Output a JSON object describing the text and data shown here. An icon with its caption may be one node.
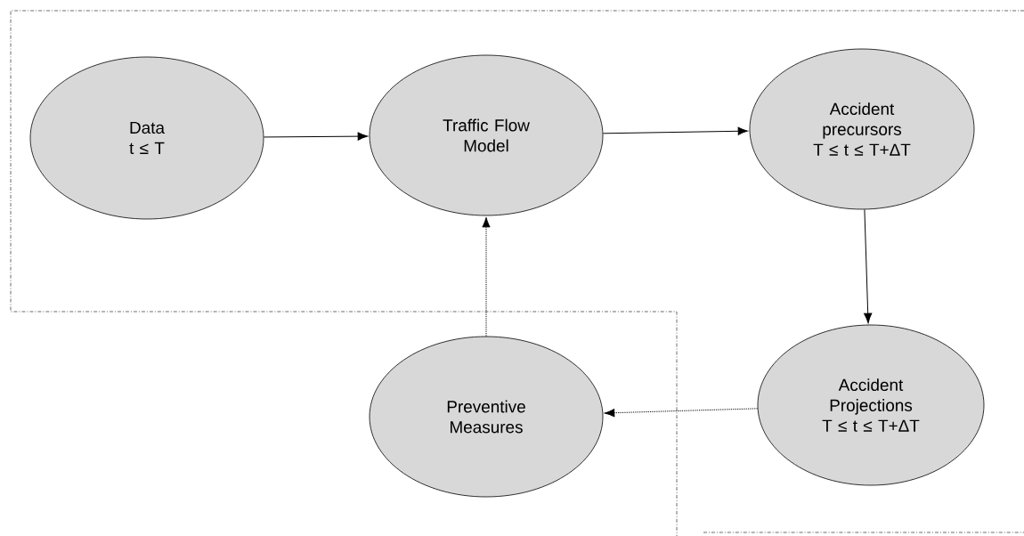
{
  "diagram": {
    "nodes": [
      {
        "text": [
          "Data",
          "t ≤ T"
        ]
      },
      {
        "text": [
          "Traffic Flow Model"
        ]
      },
      {
        "text": [
          "Accident precursors",
          "T ≤ t ≤ T+ΔT"
        ]
      },
      {
        "text": [
          "Accident Projections",
          "T ≤ t ≤ T+ΔT"
        ]
      },
      {
        "text": [
          "Preventive Measures"
        ]
      }
    ],
    "edges": [
      {
        "from": 0,
        "to": 1,
        "arrow": "to"
      },
      {
        "from": 1,
        "to": 2,
        "arrow": "to"
      },
      {
        "from": 2,
        "to": 3,
        "arrow": "to"
      },
      {
        "from": 3,
        "to": 4,
        "arrow": "to",
        "style": "dashed"
      },
      {
        "from": 4,
        "to": 1,
        "arrow": "to",
        "style": "dashed"
      }
    ]
  }
}
